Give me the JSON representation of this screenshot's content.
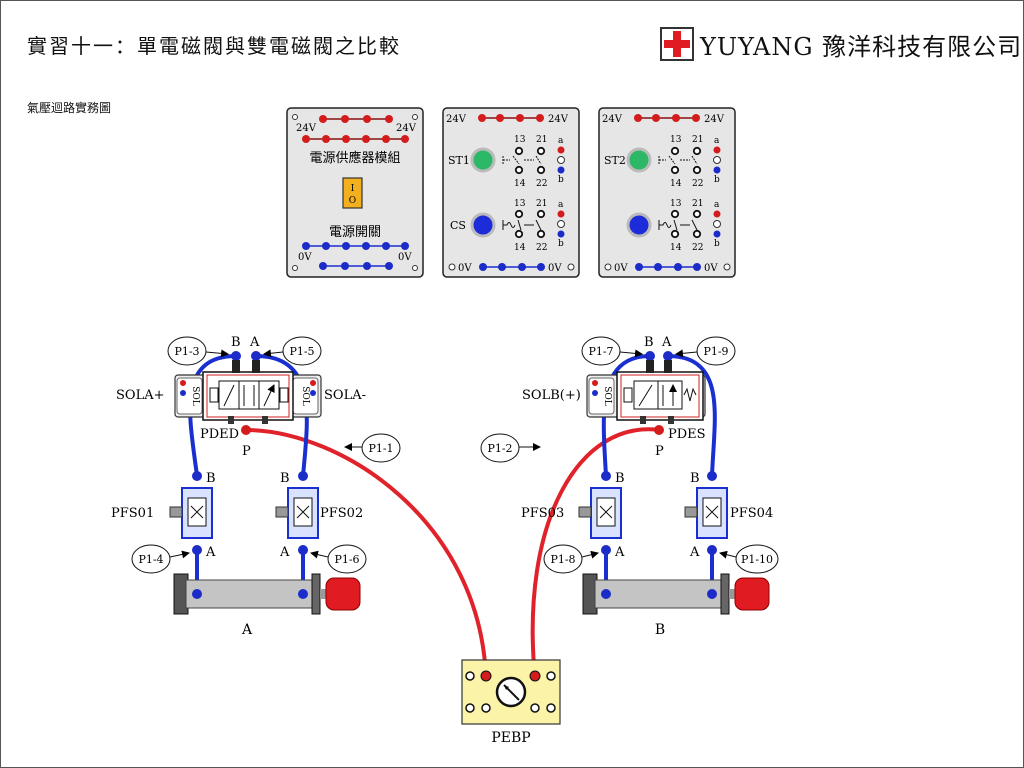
{
  "header": {
    "title": "實習十一：單電磁閥與雙電磁閥之比較",
    "subtitle": "氣壓迴路實務圖",
    "brand": "YUYANG 豫洋科技有限公司"
  },
  "colors": {
    "air_line": "#1a2fd0",
    "supply_line": "#e0222a",
    "panel_fill": "#e6e6e6",
    "manifold_fill": "#fbf3a8",
    "solenoid_fill": "#f6e01c",
    "cylinder_fill": "#c4c4c4",
    "cylinder_cap": "#e01b22"
  },
  "modules": {
    "power": {
      "top_left": "24V",
      "top_right": "24V",
      "name": "電源供應器模組",
      "switch_label": "電源開關",
      "switch_top": "I",
      "switch_bottom": "O",
      "bottom_left": "0V",
      "bottom_right": "0V"
    },
    "switch1": {
      "top_left": "24V",
      "top_right": "24V",
      "st_label": "ST1",
      "cs_label": "CS",
      "bottom_left": "0V",
      "bottom_right": "0V",
      "c13": "13",
      "c21": "21",
      "c14": "14",
      "c22": "22",
      "ca": "a",
      "cb": "b",
      "d13": "13",
      "d21": "21",
      "d14": "14",
      "d22": "22",
      "da": "a",
      "db": "b"
    },
    "switch2": {
      "top_left": "24V",
      "top_right": "24V",
      "st_label": "ST2",
      "bottom_left": "0V",
      "bottom_right": "0V",
      "c13": "13",
      "c21": "21",
      "c14": "14",
      "c22": "22",
      "ca": "a",
      "cb": "b",
      "d13": "13",
      "d21": "21",
      "d14": "14",
      "d22": "22",
      "da": "a",
      "db": "b"
    }
  },
  "callouts": {
    "p13": "P1-3",
    "p15": "P1-5",
    "p11": "P1-1",
    "p14": "P1-4",
    "p16": "P1-6",
    "p17": "P1-7",
    "p19": "P1-9",
    "p12": "P1-2",
    "p18": "P1-8",
    "p110": "P1-10"
  },
  "valve_left": {
    "sol_left": "SOLA+",
    "sol_right": "SOLA-",
    "coil_left": "SOL",
    "coil_right": "SOL",
    "port_b": "B",
    "port_a": "A",
    "port_p": "P",
    "name": "PDED"
  },
  "valve_right": {
    "sol_left": "SOLB(+)",
    "coil_left": "SOL",
    "port_b": "B",
    "port_a": "A",
    "port_p": "P",
    "name": "PDES"
  },
  "flow_controls": {
    "pfs01": "PFS01",
    "pfs02": "PFS02",
    "pfs03": "PFS03",
    "pfs04": "PFS04",
    "b": "B",
    "a": "A"
  },
  "cylinders": {
    "left": "A",
    "right": "B"
  },
  "manifold": {
    "label": "PEBP"
  }
}
